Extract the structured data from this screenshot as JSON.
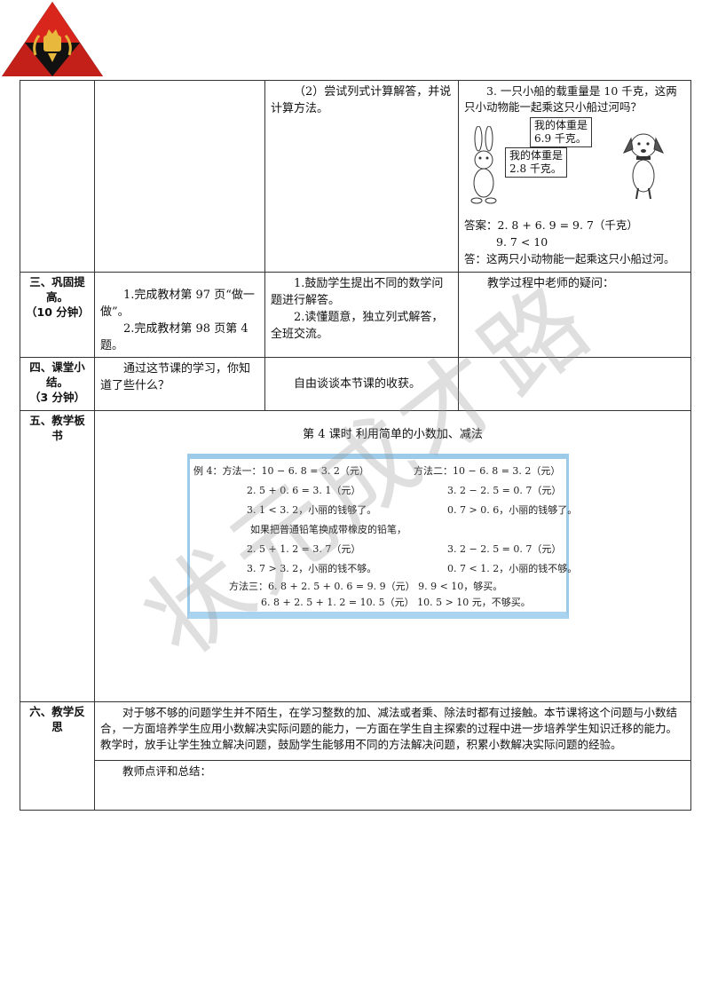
{
  "sections": [
    {
      "title_lines": [
        "三、巩固提",
        "高。",
        "（10 分钟）"
      ]
    },
    {
      "title_lines": [
        "四、课堂小",
        "结。",
        "（3 分钟）"
      ]
    },
    {
      "title_lines": [
        "五、教学板",
        "书"
      ]
    },
    {
      "title_lines": [
        "六、教学反",
        "思"
      ]
    }
  ],
  "row1": {
    "teacher": "（2）尝试列式计算解答，并说计算方法。",
    "problem": {
      "text": "3. 一只小船的载重量是 10 千克，这两只小动物能一起乘这只小船过河吗？",
      "dog_bubble": [
        "我的体重是",
        "6.9 千克。"
      ],
      "rabbit_bubble": [
        "我的体重是",
        "2.8 千克。"
      ],
      "answer_lines": [
        "答案：2. 8 + 6. 9 = 9. 7（千克）",
        "9. 7 < 10",
        "答：这两只小动物能一起乘这只小船过河。"
      ]
    }
  },
  "row2": {
    "teacher": [
      "1.完成教材第 97 页“做一做”。",
      "2.完成教材第 98 页第 4 题。"
    ],
    "student": [
      "1.鼓励学生提出不同的数学问题进行解答。",
      "2.读懂题意，独立列式解答，全班交流。"
    ],
    "note": "教学过程中老师的疑问："
  },
  "row3": {
    "teacher": "通过这节课的学习，你知道了些什么？",
    "student": "自由谈谈本节课的收获。"
  },
  "board": {
    "title": "第 4 课时  利用简单的小数加、减法",
    "lines": [
      "例 4：方法一：10 − 6. 8 = 3. 2（元）",
      "方法二：10 − 6. 8 = 3. 2（元）",
      "2. 5 + 0. 6 = 3. 1（元）",
      "3. 2 − 2. 5 = 0. 7（元）",
      "3. 1 < 3. 2，小丽的钱够了。",
      "0. 7 > 0. 6，小丽的钱够了。",
      "如果把普通铅笔换成带橡皮的铅笔，",
      "2. 5 + 1. 2 = 3. 7（元）",
      "3. 2 − 2. 5 = 0. 7（元）",
      "3. 7 > 3. 2，小丽的钱不够。",
      "0. 7 < 1. 2，小丽的钱不够。",
      "方法三：6. 8 + 2. 5 + 0. 6 = 9. 9（元）   9. 9 < 10，够买。",
      "6. 8 + 2. 5 + 1. 2 = 10. 5（元）   10. 5 > 10 元，不够买。"
    ]
  },
  "reflection": {
    "text": "对于够不够的问题学生并不陌生，在学习整数的加、减法或者乘、除法时都有过接触。本节课将这个问题与小数结合，一方面培养学生应用小数解决实际问题的能力，一方面在学生自主探索的过程中进一步培养学生知识迁移的能力。教学时，放手让学生独立解决问题，鼓励学生能够用不同的方法解决问题，积累小数解决实际问题的经验。",
    "comment_label": "教师点评和总结："
  },
  "watermark": "状元成才路"
}
